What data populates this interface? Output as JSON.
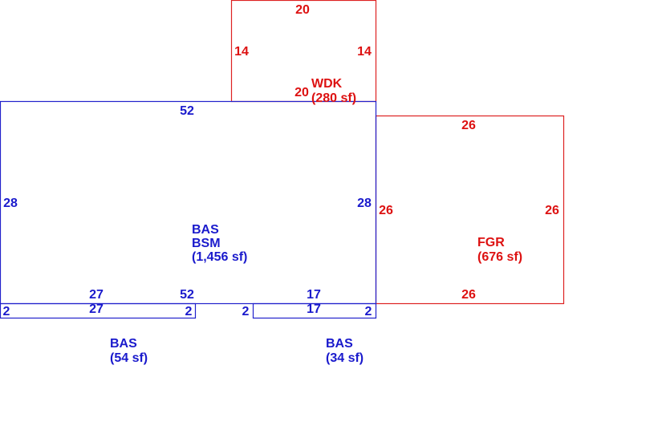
{
  "colors": {
    "blue": "#1a1acc",
    "red": "#dd1111",
    "background": "#ffffff"
  },
  "areas": {
    "main": {
      "code1": "BAS",
      "code2": "BSM",
      "area": "(1,456 sf)"
    },
    "wdk": {
      "code": "WDK",
      "area": "(280 sf)"
    },
    "fgr": {
      "code": "FGR",
      "area": "(676 sf)"
    },
    "left_strip": {
      "code": "BAS",
      "area": "(54 sf)"
    },
    "right_strip": {
      "code": "BAS",
      "area": "(34 sf)"
    }
  },
  "dimensions": {
    "main": {
      "top": "52",
      "left": "28",
      "right": "28",
      "bottom": "52",
      "bottom_left": "27"
    },
    "wdk": {
      "top": "20",
      "left": "14",
      "right": "14",
      "bottom": "20"
    },
    "fgr": {
      "top": "26",
      "left": "26",
      "right": "26",
      "bottom": "26"
    },
    "left_strip": {
      "top": "27",
      "left": "2",
      "right": "2"
    },
    "middle_gap": "2",
    "right_strip": {
      "top": "17",
      "top_outer": "17",
      "right": "2"
    }
  }
}
